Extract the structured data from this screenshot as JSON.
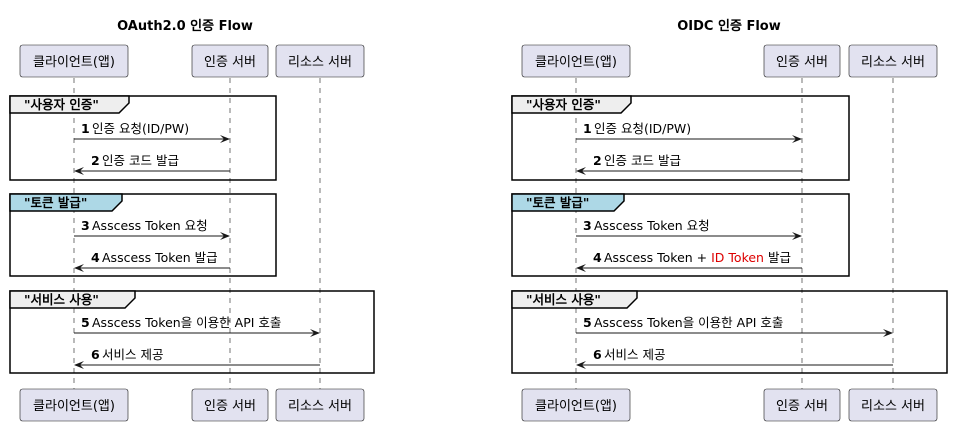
{
  "diagrams": [
    {
      "title": "OAuth2.0 인증 Flow",
      "participants": [
        "클라이언트(앱)",
        "인증 서버",
        "리소스 서버"
      ],
      "groups": [
        {
          "label": "\"사용자 인증\"",
          "color": "#eeeeee",
          "messages": [
            {
              "num": "1",
              "text": "인증 요청(ID/PW)",
              "from": 0,
              "to": 1
            },
            {
              "num": "2",
              "text": "인증 코드 발급",
              "from": 1,
              "to": 0
            }
          ]
        },
        {
          "label": "\"토큰 발급\"",
          "color": "#add8e6",
          "messages": [
            {
              "num": "3",
              "text": "Asscess Token 요청",
              "from": 0,
              "to": 1
            },
            {
              "num": "4",
              "text": "Asscess Token 발급",
              "from": 1,
              "to": 0
            }
          ]
        },
        {
          "label": "\"서비스 사용\"",
          "color": "#eeeeee",
          "messages": [
            {
              "num": "5",
              "text": "Asscess Token을 이용한 API 호출",
              "from": 0,
              "to": 2
            },
            {
              "num": "6",
              "text": "서비스 제공",
              "from": 2,
              "to": 0
            }
          ]
        }
      ]
    },
    {
      "title": "OIDC 인증 Flow",
      "participants": [
        "클라이언트(앱)",
        "인증 서버",
        "리소스 서버"
      ],
      "groups": [
        {
          "label": "\"사용자 인증\"",
          "color": "#eeeeee",
          "messages": [
            {
              "num": "1",
              "text": "인증 요청(ID/PW)",
              "from": 0,
              "to": 1
            },
            {
              "num": "2",
              "text": "인증 코드 발급",
              "from": 1,
              "to": 0
            }
          ]
        },
        {
          "label": "\"토큰 발급\"",
          "color": "#add8e6",
          "messages": [
            {
              "num": "3",
              "text": "Asscess Token 요청",
              "from": 0,
              "to": 1
            },
            {
              "num": "4",
              "text": "Asscess Token + ",
              "highlight": "ID Token",
              "highlight_color": "#dd0000",
              "suffix": " 발급",
              "from": 1,
              "to": 0
            }
          ]
        },
        {
          "label": "\"서비스 사용\"",
          "color": "#eeeeee",
          "messages": [
            {
              "num": "5",
              "text": "Asscess Token을 이용한 API 호출",
              "from": 0,
              "to": 2
            },
            {
              "num": "6",
              "text": "서비스 제공",
              "from": 2,
              "to": 0
            }
          ]
        }
      ]
    }
  ]
}
